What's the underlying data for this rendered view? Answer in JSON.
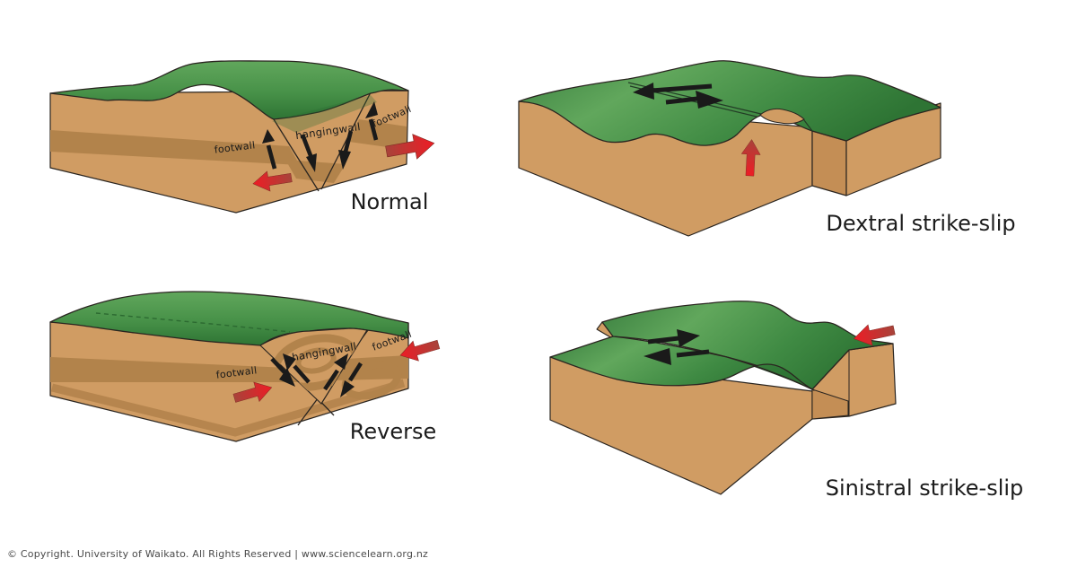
{
  "panels": {
    "normal": {
      "title": "Normal",
      "labels": {
        "footwall_left": "footwall",
        "hangingwall": "hangingwall",
        "footwall_right": "footwall"
      }
    },
    "reverse": {
      "title": "Reverse",
      "labels": {
        "footwall_left": "footwall",
        "hangingwall": "hangingwall",
        "footwall_right": "footwall"
      }
    },
    "dextral": {
      "title": "Dextral strike-slip"
    },
    "sinistral": {
      "title": "Sinistral strike-slip"
    }
  },
  "footer": {
    "copyright": "© Copyright. University of Waikato. All Rights Reserved | www.sciencelearn.org.nz"
  },
  "colors": {
    "grass_light": "#61a75c",
    "grass_dark": "#2e7434",
    "earth": "#d09c63",
    "earth_shade": "#c48e55",
    "stripe": "#b2834b",
    "red_bright": "#ee1c25",
    "red_dark": "#a8433a",
    "slip_arrow_black": "#1a1a1a",
    "outline": "#2a2520",
    "caption_text": "#1c1c1c",
    "copyright_text": "#4a4a4a"
  }
}
